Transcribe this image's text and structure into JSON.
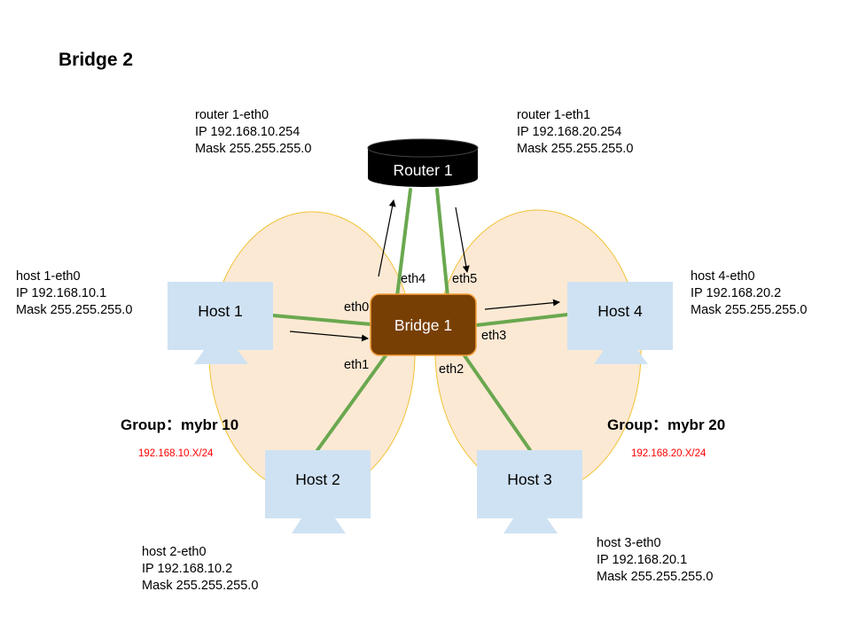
{
  "title": "Bridge 2",
  "colors": {
    "monitor": "#cfe2f3",
    "group_fill": "#fce5cd",
    "group_stroke": "#f1c232",
    "link": "#6aa84f",
    "bridge_fill": "#783f04",
    "bridge_stroke": "#f6a03a",
    "router_fill": "#000000",
    "subnet_text": "#ff0000"
  },
  "router": {
    "label": "Router 1",
    "eth0": [
      "router 1-eth0",
      "IP 192.168.10.254",
      "Mask 255.255.255.0"
    ],
    "eth1": [
      "router 1-eth1",
      "IP 192.168.20.254",
      "Mask 255.255.255.0"
    ]
  },
  "bridge": {
    "label": "Bridge 1",
    "ports": {
      "eth0": "eth0",
      "eth1": "eth1",
      "eth2": "eth2",
      "eth3": "eth3",
      "eth4": "eth4",
      "eth5": "eth5"
    }
  },
  "hosts": [
    {
      "label": "Host 1",
      "info": [
        "host 1-eth0",
        "IP 192.168.10.1",
        "Mask 255.255.255.0"
      ]
    },
    {
      "label": "Host 2",
      "info": [
        "host 2-eth0",
        "IP 192.168.10.2",
        "Mask 255.255.255.0"
      ]
    },
    {
      "label": "Host 3",
      "info": [
        "host 3-eth0",
        "IP 192.168.20.1",
        "Mask 255.255.255.0"
      ]
    },
    {
      "label": "Host 4",
      "info": [
        "host 4-eth0",
        "IP 192.168.20.2",
        "Mask 255.255.255.0"
      ]
    }
  ],
  "groups": [
    {
      "label": "Group：mybr 10",
      "subnet": "192.168.10.X/24"
    },
    {
      "label": "Group：mybr 20",
      "subnet": "192.168.20.X/24"
    }
  ]
}
